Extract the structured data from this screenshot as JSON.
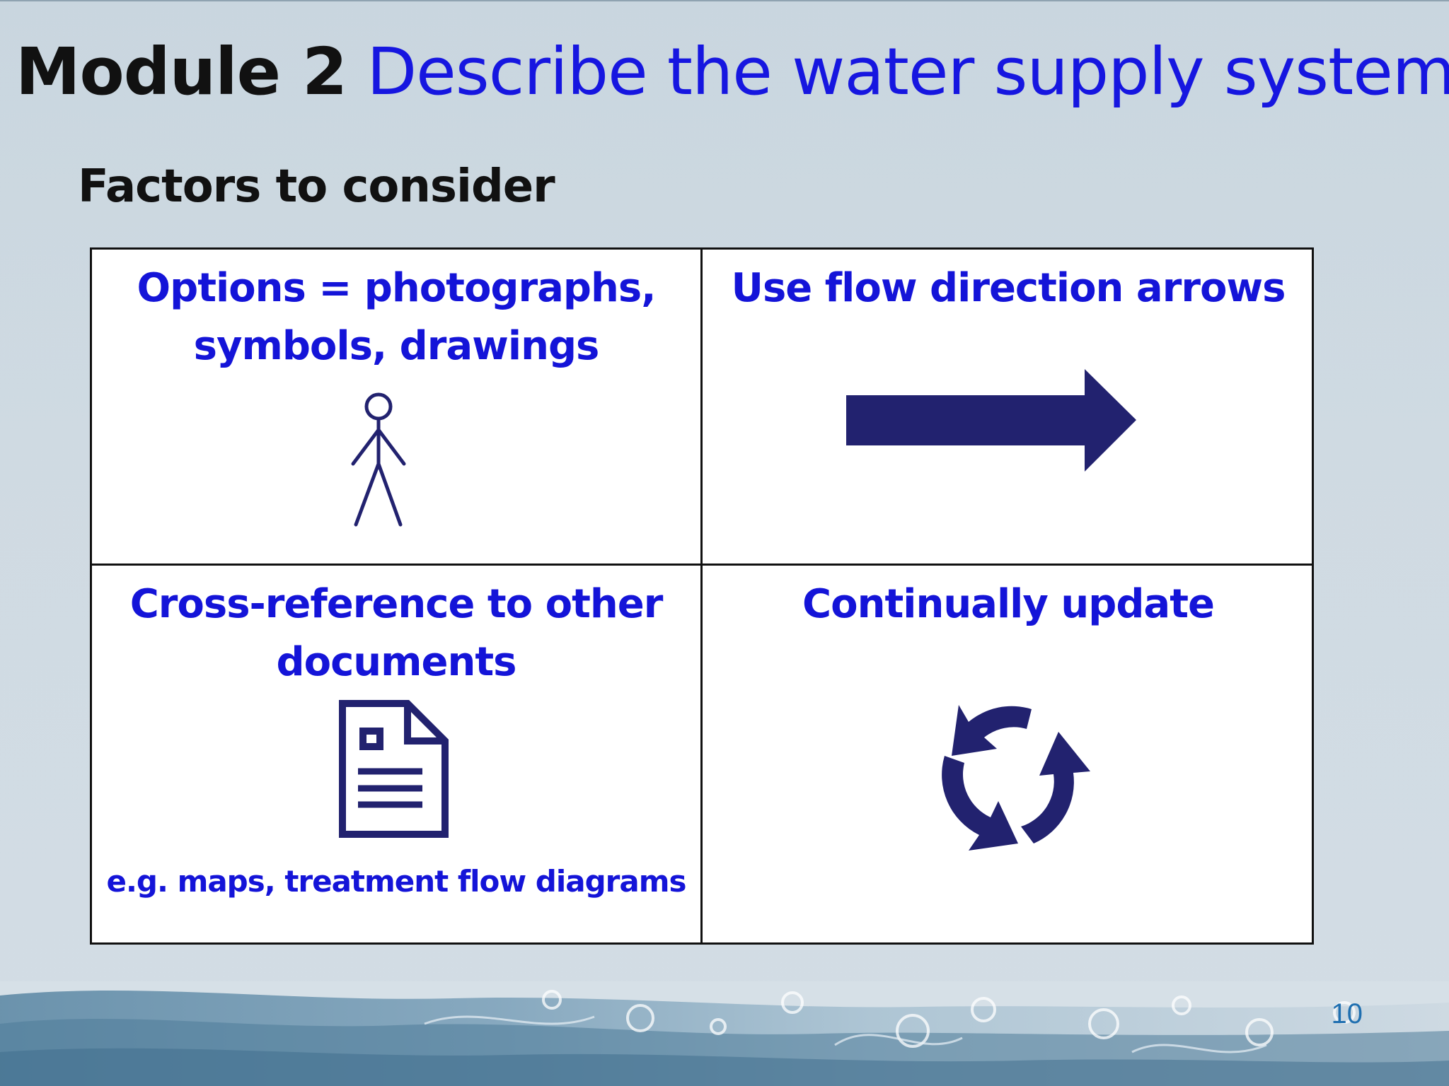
{
  "slide": {
    "title_prefix": "Module 2",
    "title_main": "Describe the water supply system",
    "subtitle": "Factors to consider",
    "page_number": "10"
  },
  "cells": [
    {
      "lines": [
        "Options = photographs,",
        "symbols, drawings"
      ],
      "icon": "stick-figure-icon"
    },
    {
      "lines": [
        "Use flow direction arrows"
      ],
      "icon": "arrow-right-icon"
    },
    {
      "lines": [
        "Cross-reference to other",
        "documents"
      ],
      "icon": "document-icon",
      "note": "e.g. maps, treatment flow diagrams"
    },
    {
      "lines": [
        "Continually update"
      ],
      "icon": "refresh-cycle-icon"
    }
  ],
  "colors": {
    "title_black": "#111111",
    "title_blue": "#1616e0",
    "cell_text_blue": "#1414d8",
    "icon_navy": "#22226f",
    "page_number_blue": "#1f6fb0"
  }
}
